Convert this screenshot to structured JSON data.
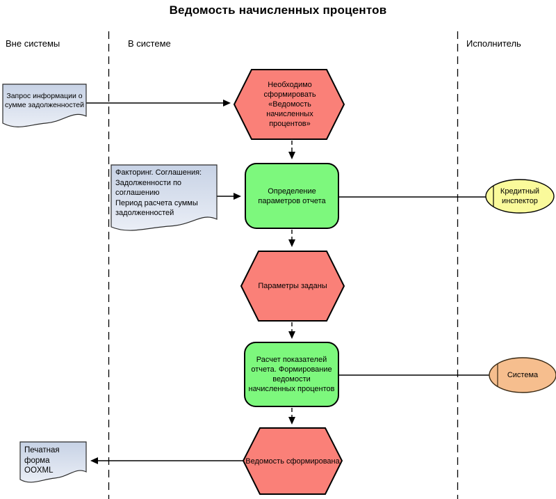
{
  "title": "Ведомость начисленных процентов",
  "lanes": {
    "outside_label": "Вне системы",
    "inside_label": "В системе",
    "executor_label": "Исполнитель"
  },
  "colors": {
    "event_fill": "#FA8078",
    "function_fill": "#7DF87D",
    "role_fill": "#FAFA9B",
    "system_fill": "#F6BE8E",
    "document_top": "#C7D2E5",
    "document_bottom": "#EAEEF6",
    "border": "#000000"
  },
  "nodes": {
    "doc_request": {
      "text": "Запрос информации о сумме задолженностей"
    },
    "event_need_report": {
      "text": "Необходимо сформировать «Ведомость начисленных процентов»"
    },
    "doc_factoring": {
      "lines": [
        "Факторинг. Соглашения:",
        "Задолженности по",
        "соглашению",
        "Период расчета суммы",
        "задолженностей"
      ]
    },
    "func_define_params": {
      "text": "Определение параметров отчета"
    },
    "role_credit_inspector": {
      "text": "Кредитный инспектор"
    },
    "event_params_set": {
      "text": "Параметры заданы"
    },
    "func_calc_report": {
      "text": "Расчет показателей отчета. Формирование ведомости начисленных процентов"
    },
    "role_system": {
      "text": "Система"
    },
    "event_report_formed": {
      "text": "Ведомость сформирована"
    },
    "doc_print_form": {
      "lines": [
        "Печатная форма",
        "OOXML"
      ]
    }
  }
}
